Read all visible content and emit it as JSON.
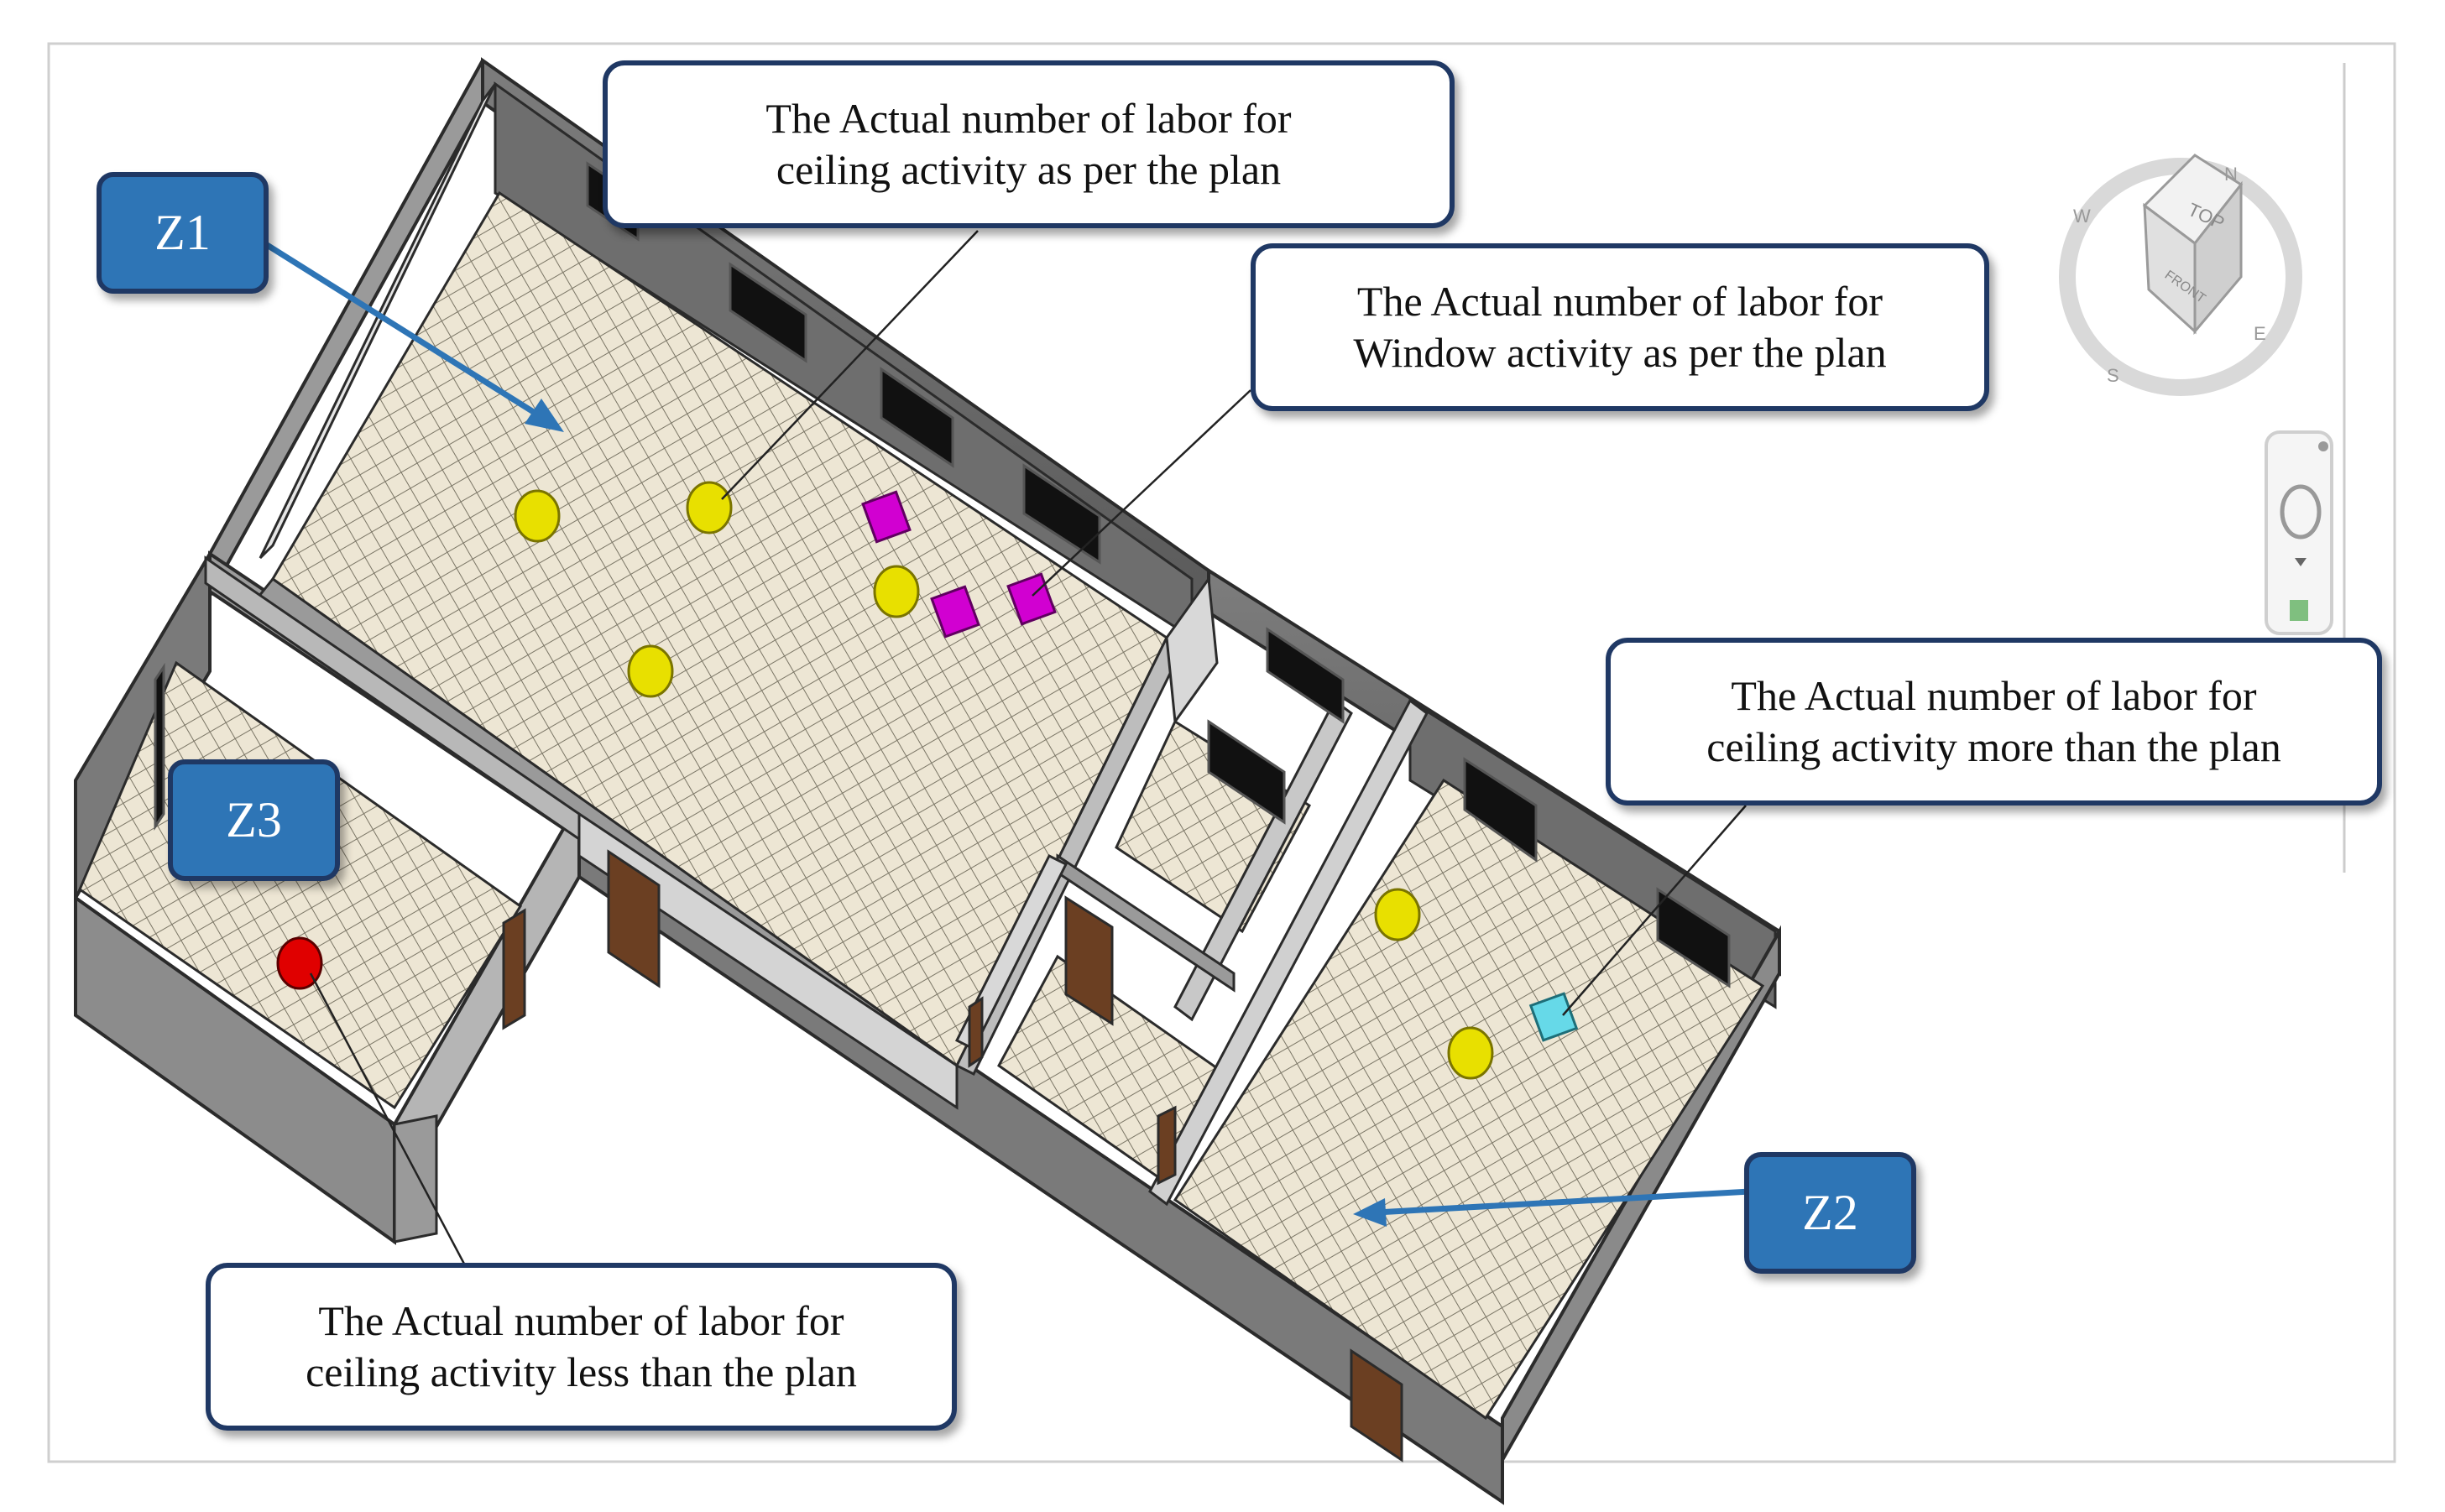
{
  "zones": {
    "z1": "Z1",
    "z2": "Z2",
    "z3": "Z3"
  },
  "callouts": {
    "ceiling_per_plan": {
      "line1": "The Actual number of labor for",
      "line2": "ceiling activity as per the plan"
    },
    "window_per_plan": {
      "line1": "The Actual number of labor for",
      "line2": "Window activity as per the plan"
    },
    "ceiling_more": {
      "line1": "The Actual number of labor for",
      "line2": "ceiling activity more than the plan"
    },
    "ceiling_less": {
      "line1": "The Actual number of labor for",
      "line2": "ceiling activity less than the plan"
    }
  },
  "viewcube": {
    "top": "TOP",
    "front": "FRONT",
    "west": "W",
    "south": "S",
    "east": "E",
    "north": "N"
  },
  "colors": {
    "ceiling_per_plan": "#e8e000",
    "window_per_plan": "#d100d1",
    "ceiling_more": "#66d9e8",
    "ceiling_less": "#e00000",
    "zone_label": "#2e75b6",
    "callout_border": "#1f3864"
  }
}
